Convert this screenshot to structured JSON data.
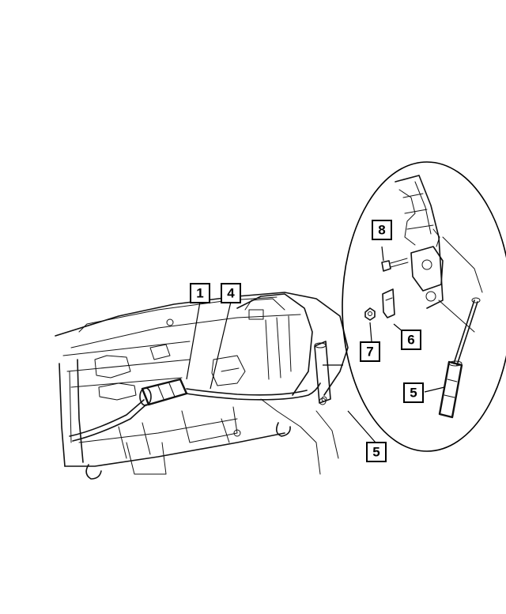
{
  "callouts": {
    "c1": "1",
    "c4": "4",
    "c5_main": "5",
    "c5_detail": "5",
    "c6": "6",
    "c7": "7",
    "c8": "8"
  }
}
